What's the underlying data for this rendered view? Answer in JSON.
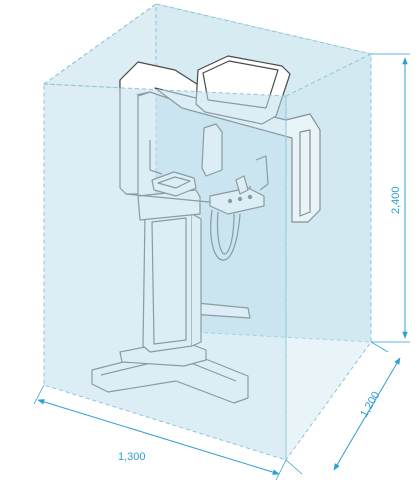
{
  "colors": {
    "box_fill": "#d3e8f1",
    "box_edge": "#8fc4da",
    "dimension": "#2f9ed3",
    "machine_stroke": "#4a4a4a",
    "machine_fill": "#ffffff"
  },
  "dimensions": {
    "width": "1,300",
    "depth": "1,200",
    "height": "2,400"
  }
}
